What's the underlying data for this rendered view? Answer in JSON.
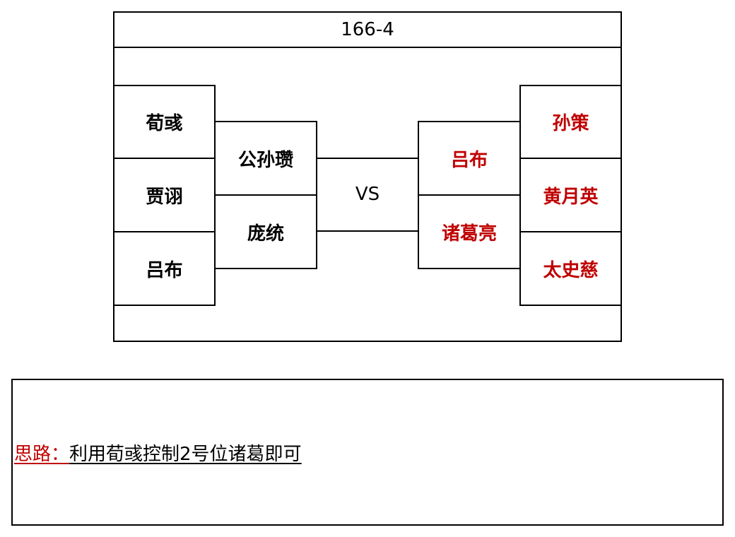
{
  "title": "166-4",
  "left_team": {
    "back": [
      "荀彧",
      "贾诩",
      "吕布"
    ],
    "front": [
      "公孙瓒",
      "庞统"
    ]
  },
  "right_team": {
    "front": [
      "吕布",
      "诸葛亮"
    ],
    "back": [
      "孙策",
      "黄月英",
      "太史慈"
    ]
  },
  "vs_label": "VS",
  "note": {
    "label": "思路：",
    "text": "利用荀彧控制2号位诸葛即可"
  },
  "colors": {
    "right_team": "#c00000",
    "note_label": "#c00000"
  }
}
